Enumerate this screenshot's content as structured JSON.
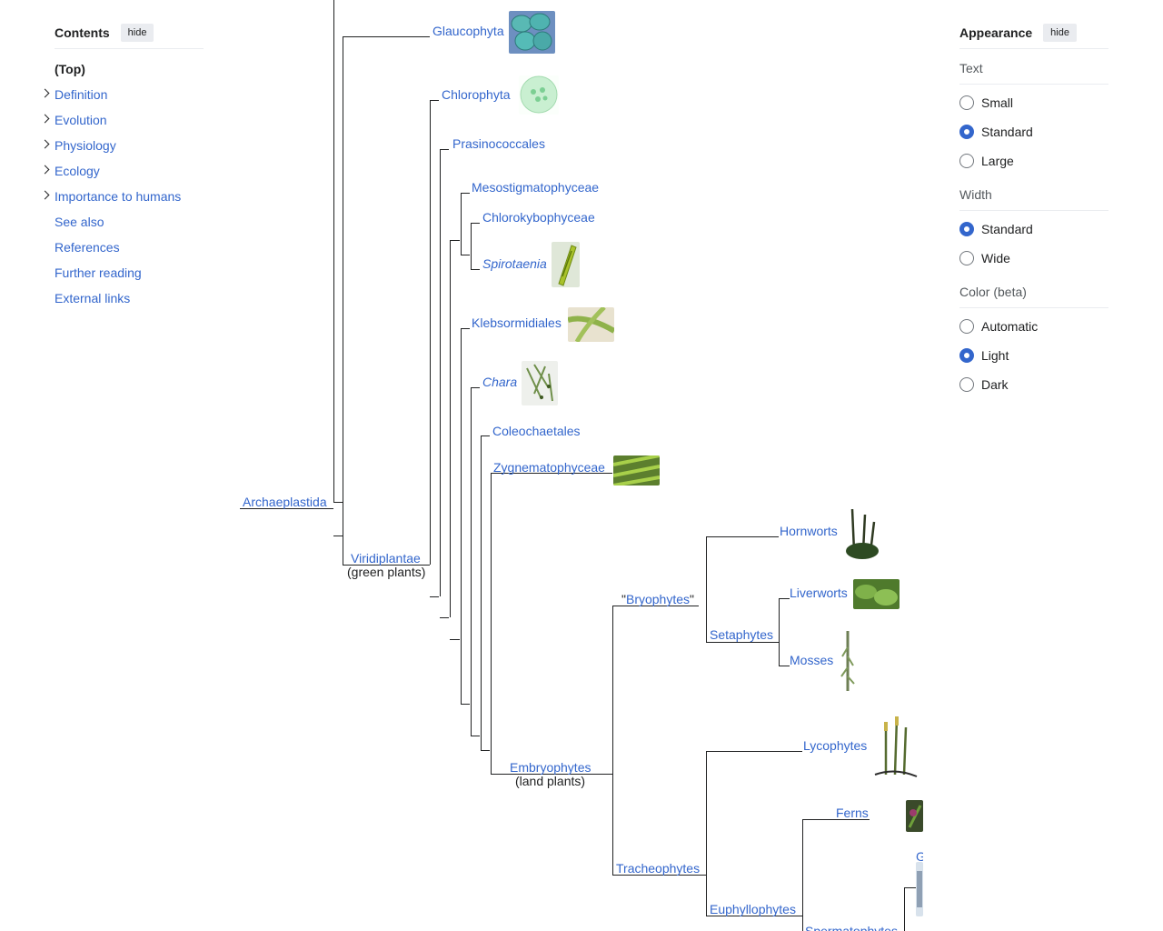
{
  "toc": {
    "title": "Contents",
    "hide_label": "hide",
    "items": [
      {
        "label": "(Top)"
      },
      {
        "label": "Definition"
      },
      {
        "label": "Evolution"
      },
      {
        "label": "Physiology"
      },
      {
        "label": "Ecology"
      },
      {
        "label": "Importance to humans"
      },
      {
        "label": "See also"
      },
      {
        "label": "References"
      },
      {
        "label": "Further reading"
      },
      {
        "label": "External links"
      }
    ]
  },
  "appearance": {
    "title": "Appearance",
    "hide_label": "hide",
    "text": {
      "label": "Text",
      "options": [
        "Small",
        "Standard",
        "Large"
      ],
      "selected": "Standard"
    },
    "width": {
      "label": "Width",
      "options": [
        "Standard",
        "Wide"
      ],
      "selected": "Standard"
    },
    "color": {
      "label": "Color (beta)",
      "options": [
        "Automatic",
        "Light",
        "Dark"
      ],
      "selected": "Light"
    },
    "accent_color": "#3366cc"
  },
  "cladogram": {
    "archaeplastida": "Archaeplastida",
    "glaucophyta": "Glaucophyta",
    "viridiplantae": "Viridiplantae",
    "viridiplantae_note": "(green plants)",
    "chlorophyta": "Chlorophyta",
    "prasinococcales": "Prasinococcales",
    "mesostigmatophyceae": "Mesostigmatophyceae",
    "chlorokybophyceae": "Chlorokybophyceae",
    "spirotaenia": "Spirotaenia",
    "klebsormidiales": "Klebsormidiales",
    "chara": "Chara",
    "coleochaetales": "Coleochaetales",
    "zygnematophyceae": "Zygnematophyceae",
    "embryophytes": "Embryophytes",
    "embryophytes_note": "(land plants)",
    "bryophytes_open": "\"",
    "bryophytes": "Bryophytes",
    "bryophytes_close": "\"",
    "hornworts": "Hornworts",
    "setaphytes": "Setaphytes",
    "liverworts": "Liverworts",
    "mosses": "Mosses",
    "tracheophytes": "Tracheophytes",
    "lycophytes": "Lycophytes",
    "euphyllophytes": "Euphyllophytes",
    "ferns": "Ferns",
    "partial_g": "G",
    "partial_spermatophytes": "Spermatophytes"
  }
}
